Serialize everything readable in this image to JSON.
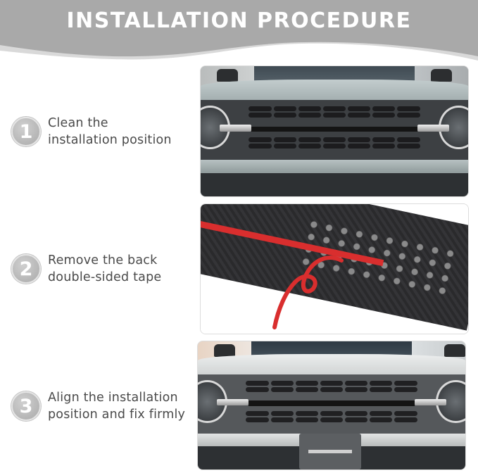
{
  "header": {
    "title": "INSTALLATION PROCEDURE",
    "band_color": "#a9a9a9",
    "shadow_color": "#d9d9d9"
  },
  "steps": [
    {
      "number": "1",
      "line1": "Clean the",
      "line2": "installation position",
      "image_alt": "Vehicle front grille before installation"
    },
    {
      "number": "2",
      "line1": "Remove the back",
      "line2": "double-sided tape",
      "image_alt": "Peeling red backing from double-sided tape on grille insert"
    },
    {
      "number": "3",
      "line1": "Align the installation",
      "line2": "position and fix firmly",
      "image_alt": "Vehicle front grille with mesh inserts installed"
    }
  ],
  "colors": {
    "text": "#4a4a4a",
    "badge": "#b9b9b9",
    "tape_red": "#d92e2e",
    "vehicle_paint_1": "#a9b5b6",
    "vehicle_paint_3": "#d6d8d8",
    "grille": "#3a3d40"
  }
}
